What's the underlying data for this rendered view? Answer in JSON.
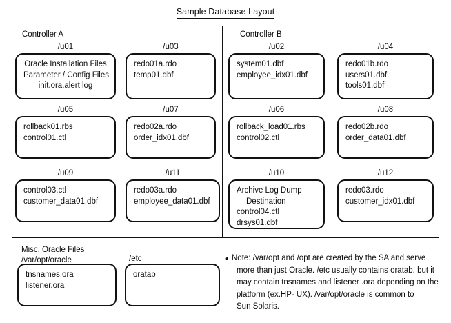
{
  "title": "Sample Database Layout",
  "controllers": [
    {
      "label": "Controller A"
    },
    {
      "label": "Controller B"
    }
  ],
  "mounts": [
    {
      "label": "/u01",
      "align": "center",
      "lines": [
        "Oracle Installation Files",
        "Parameter / Config Files",
        "init.ora.alert log"
      ]
    },
    {
      "label": "/u03",
      "align": "left",
      "lines": [
        "redo01a.rdo",
        "temp01.dbf"
      ]
    },
    {
      "label": "/u02",
      "align": "left",
      "lines": [
        "system01.dbf",
        "employee_idx01.dbf"
      ]
    },
    {
      "label": "/u04",
      "align": "left",
      "lines": [
        "redo01b.rdo",
        "users01.dbf",
        "tools01.dbf"
      ]
    },
    {
      "label": "/u05",
      "align": "left",
      "lines": [
        "rollback01.rbs",
        "control01.ctl"
      ]
    },
    {
      "label": "/u07",
      "align": "left",
      "lines": [
        "redo02a.rdo",
        "order_idx01.dbf"
      ]
    },
    {
      "label": "/u06",
      "align": "left",
      "lines": [
        "rollback_load01.rbs",
        "control02.ctl"
      ]
    },
    {
      "label": "/u08",
      "align": "left",
      "lines": [
        "redo02b.rdo",
        "order_data01.dbf"
      ]
    },
    {
      "label": "/u09",
      "align": "left",
      "lines": [
        "control03.ctl",
        "customer_data01.dbf"
      ]
    },
    {
      "label": "/u11",
      "align": "left",
      "lines": [
        "redo03a.rdo",
        "employee_data01.dbf"
      ]
    },
    {
      "label": "/u10",
      "align": "left",
      "lines": [
        "Archive Log Dump",
        "Destination",
        "control04.ctl",
        "drsys01.dbf"
      ],
      "indent": [
        1
      ]
    },
    {
      "label": "/u12",
      "align": "left",
      "lines": [
        "redo03.rdo",
        "customer_idx01.dbf"
      ]
    }
  ],
  "misc": {
    "heading_line1": "Misc. Oracle Files",
    "heading_line2": "/var/opt/oracle",
    "boxes": [
      {
        "label": "/var/opt/oracle",
        "align": "left",
        "lines": [
          "tnsnames.ora",
          "listener.ora"
        ]
      },
      {
        "label": "/etc",
        "align": "left",
        "lines": [
          "oratab"
        ]
      }
    ]
  },
  "note": {
    "bullet": "•",
    "lines": [
      "Note: /var/opt and /opt are created by the SA and serve",
      "more than just Oracle. /etc usually contains oratab. but it",
      "may contain tnsnames and listener .ora depending on the",
      "platform (ex.HP- UX). /var/opt/oracle is common to",
      "Sun Solaris."
    ]
  }
}
